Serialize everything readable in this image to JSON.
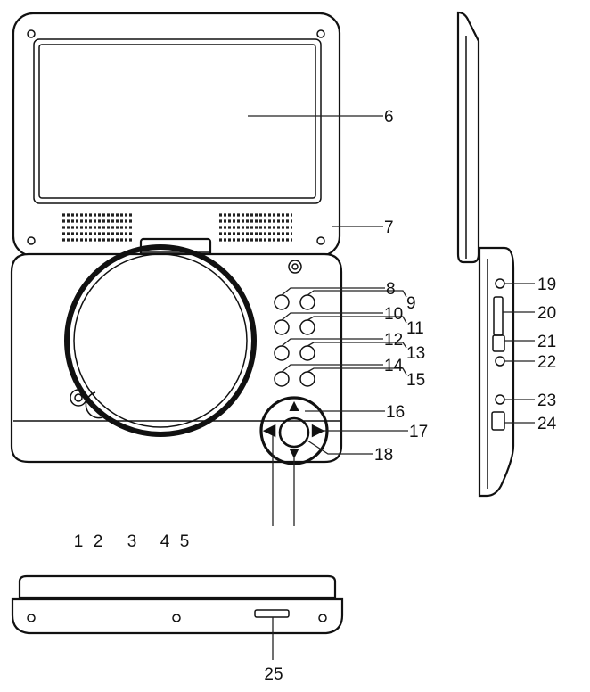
{
  "labels": {
    "l1": "1",
    "l2": "2",
    "l3": "3",
    "l4": "4",
    "l5": "5",
    "l6": "6",
    "l7": "7",
    "l8": "8",
    "l9": "9",
    "l10": "10",
    "l11": "11",
    "l12": "12",
    "l13": "13",
    "l14": "14",
    "l15": "15",
    "l16": "16",
    "l17": "17",
    "l18": "18",
    "l19": "19",
    "l20": "20",
    "l21": "21",
    "l22": "22",
    "l23": "23",
    "l24": "24",
    "l25": "25"
  },
  "symbols": {
    "up": "▲",
    "down": "▼",
    "left": "◀",
    "right": "▶"
  }
}
